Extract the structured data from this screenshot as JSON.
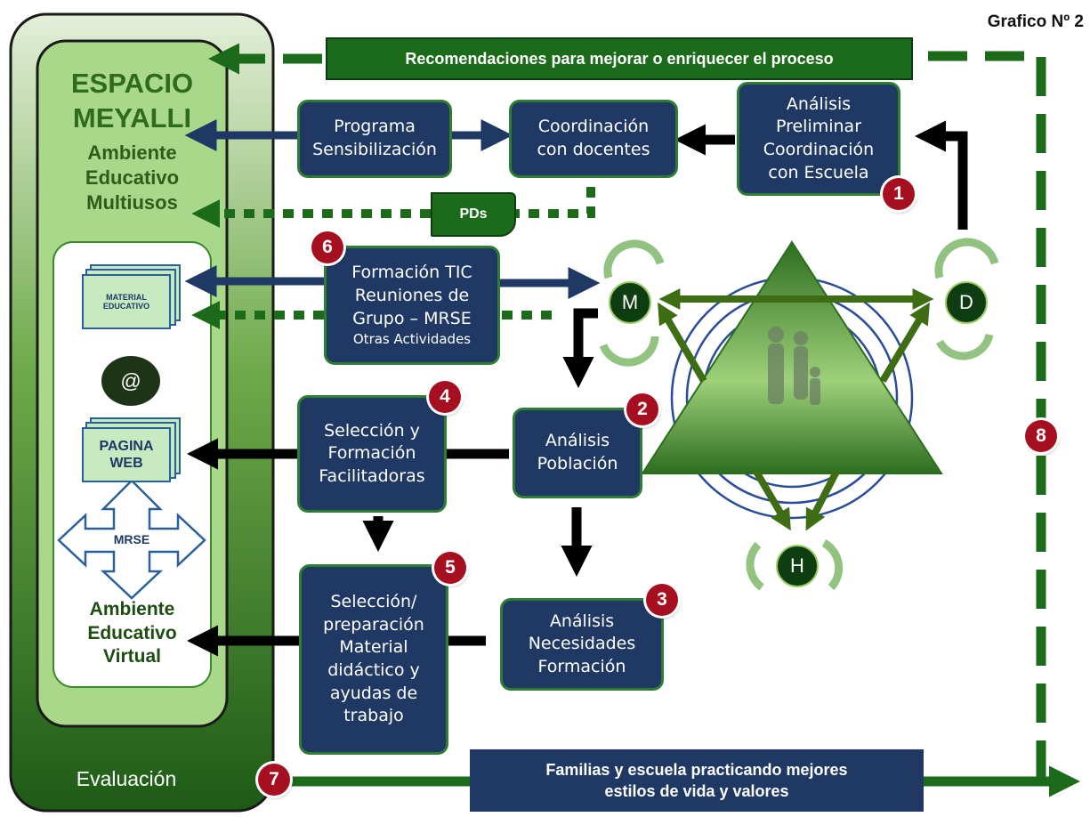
{
  "graphic_label": "Grafico Nº 2",
  "left_panel": {
    "title_line1": "ESPACIO",
    "title_line2": "MEYALLI",
    "subtitle": "Ambiente\nEducativo\nMultiusos",
    "material_label": "MATERIAL\nEDUCATIVO",
    "at_symbol": "@",
    "pagina_label": "PAGINA\nWEB",
    "mrse_label": "MRSE",
    "virtual_label": "Ambiente\nEducativo\nVirtual",
    "evaluation": "Evaluación"
  },
  "top_banner": "Recomendaciones para mejorar o enriquecer  el proceso",
  "boxes": {
    "programa": "Programa\nSensibilización",
    "coordinacion": "Coordinación\ncon docentes",
    "analisis_preliminar": "Análisis\nPreliminar\nCoordinación\ncon Escuela",
    "pds": "PDs",
    "formacion_tic": "Formación TIC\nReuniones de\nGrupo – MRSE",
    "otras_actividades": "Otras Actividades",
    "seleccion_facilitadoras": "Selección y\nFormación\nFacilitadoras",
    "analisis_poblacion": "Análisis\nPoblación",
    "seleccion_material": "Selección/\npreparación\nMaterial\ndidáctico y\nayudas de\ntrabajo",
    "analisis_necesidades": "Análisis\nNecesidades\nFormación",
    "bottom_banner": "Familias y  escuela  practicando mejores\nestilos de vida  y valores"
  },
  "badges": [
    "1",
    "2",
    "3",
    "4",
    "5",
    "6",
    "7",
    "8"
  ],
  "triangle_nodes": {
    "m": "M",
    "d": "D",
    "h": "H"
  },
  "colors": {
    "navy": "#1f3864",
    "green_dark": "#1b5e20",
    "green_mid": "#2e7d32",
    "badge_red": "#a50f1f"
  }
}
